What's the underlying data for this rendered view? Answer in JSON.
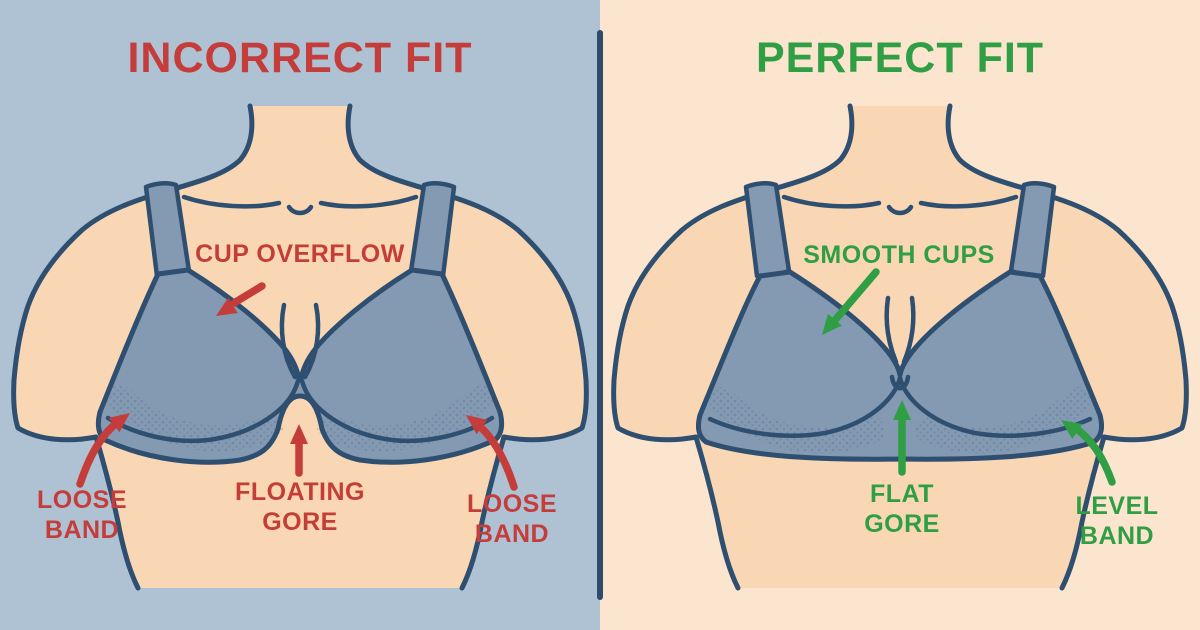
{
  "colors": {
    "left_bg": "#aec2d3",
    "right_bg": "#fce5ce",
    "divider": "#2e4b6b",
    "outline": "#2f4f70",
    "skin": "#f9d7b4",
    "bra": "#8499b2",
    "red": "#c43d3b",
    "green": "#2f9e44"
  },
  "incorrect_panel": {
    "title": "INCORRECT FIT",
    "cup_overflow_label": "CUP OVERFLOW",
    "loose_band_left_line1": "LOOSE",
    "loose_band_left_line2": "BAND",
    "floating_gore_line1": "FLOATING",
    "floating_gore_line2": "GORE",
    "loose_band_right_line1": "LOOSE",
    "loose_band_right_line2": "BAND"
  },
  "perfect_panel": {
    "title": "PERFECT FIT",
    "smooth_cups_label": "SMOOTH CUPS",
    "flat_gore_line1": "FLAT",
    "flat_gore_line2": "GORE",
    "level_band_line1": "LEVEL",
    "level_band_line2": "BAND"
  }
}
